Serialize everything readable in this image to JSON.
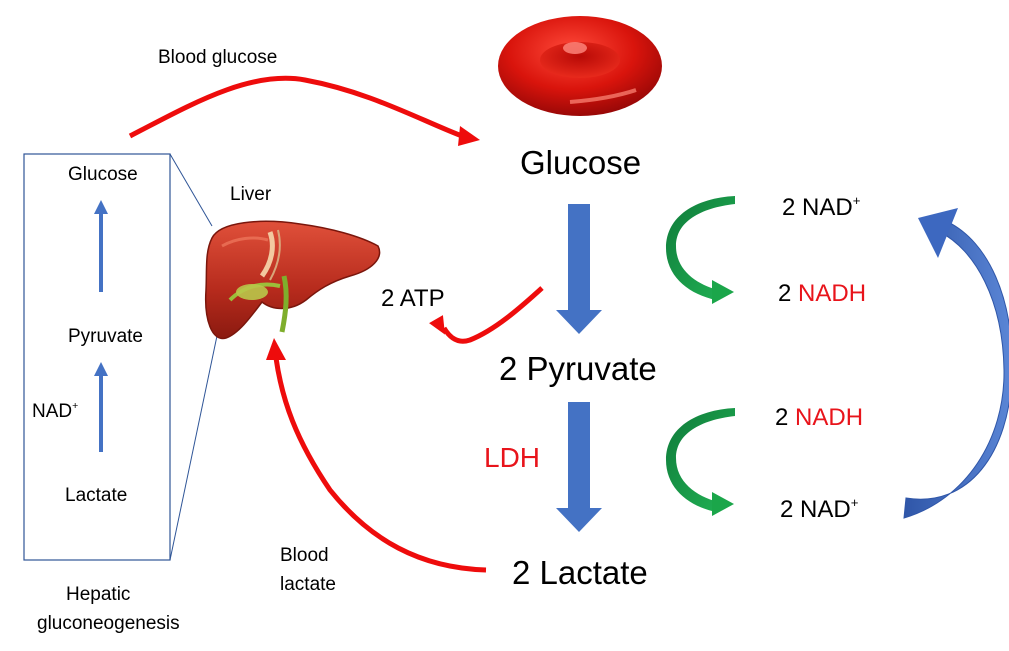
{
  "colors": {
    "red_arrow": "#ee0c0c",
    "blue_arrow": "#4472c4",
    "green_arrow": "#1ba64a",
    "red_text": "#e8141b",
    "box_border": "#2f5597"
  },
  "labels": {
    "blood_glucose": "Blood glucose",
    "glucose": "Glucose",
    "liver": "Liver",
    "atp": "2 ATP",
    "pyruvate": "2 Pyruvate",
    "ldh": "LDH",
    "lactate": "2 Lactate",
    "blood_lactate_1": "Blood",
    "blood_lactate_2": "lactate",
    "hepatic_1": "Hepatic",
    "hepatic_2": "gluconeogenesis"
  },
  "inset": {
    "glucose": "Glucose",
    "pyruvate": "Pyruvate",
    "nad": "NAD",
    "nad_sup": "+",
    "lactate": "Lactate"
  },
  "cofactors": {
    "top_nad_num": "2",
    "top_nad": "NAD",
    "top_nad_sup": "+",
    "top_nadh_num": "2",
    "top_nadh": "NADH",
    "bottom_nadh_num": "2",
    "bottom_nadh": "NADH",
    "bottom_nad_num": "2",
    "bottom_nad": "NAD",
    "bottom_nad_sup": "+"
  },
  "icons": [
    "red-blood-cell-icon",
    "liver-icon"
  ]
}
